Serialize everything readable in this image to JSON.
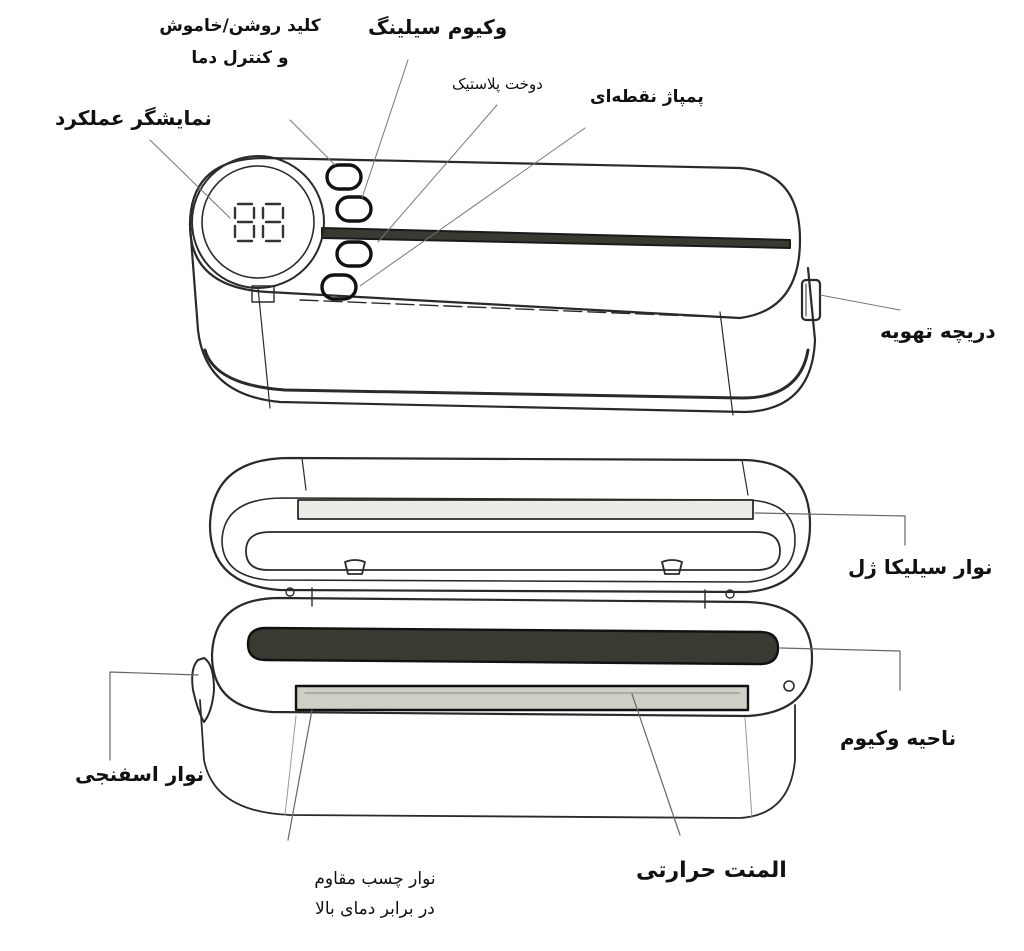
{
  "diagram": {
    "subject": "vacuum sealer",
    "colors": {
      "background": "#ffffff",
      "ink": "#111111",
      "line": "#2a2a2a",
      "vacuum_chamber_fill": "#3a3a33",
      "seal_strip_fill": "#d9d9d2"
    },
    "top_view": {
      "display_digits": "88",
      "button_count": 4,
      "labels": {
        "display": "نمایشگر عملکرد",
        "power_temp_line1": "کلید روشن/خاموش",
        "power_temp_line2": "و کنترل دما",
        "vacuum_sealing": "وکیوم سیلینگ",
        "plastic_seal": "دوخت پلاستیک",
        "pulse_pump": "پمپاژ نقطه‌ای",
        "vent": "دریچه تهویه"
      }
    },
    "open_view": {
      "labels": {
        "silica_gel_strip": "نوار سیلیکا ژل",
        "vacuum_zone": "ناحیه وکیوم",
        "sponge_strip": "نوار اسفنجی",
        "heating_element": "المنت حرارتی",
        "heat_tape_line1": "نوار چسب مقاوم",
        "heat_tape_line2": "در برابر دمای بالا"
      }
    }
  }
}
